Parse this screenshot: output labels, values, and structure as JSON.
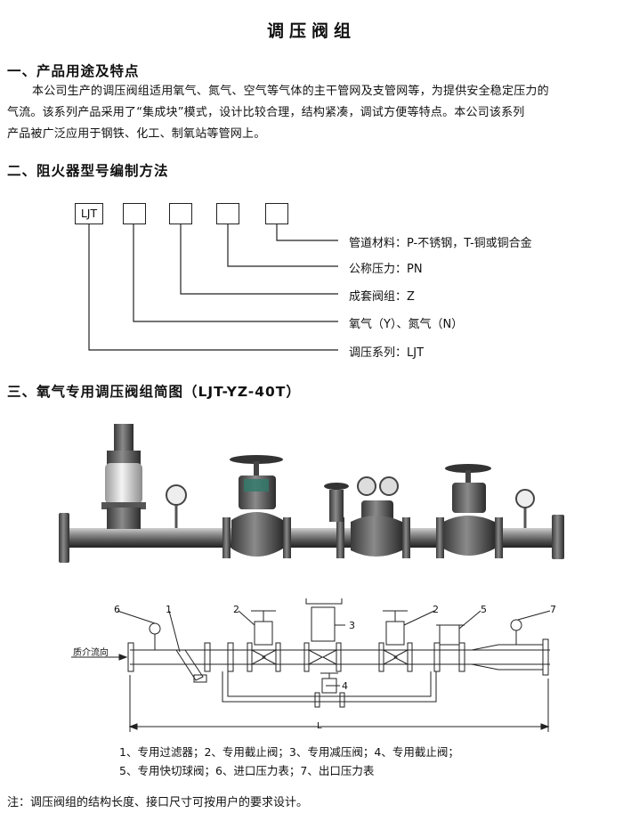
{
  "doc": {
    "title": "调压阀组",
    "section1": {
      "heading": "一、产品用途及特点",
      "line1": "本公司生产的调压阀组适用氧气、氮气、空气等气体的主干管网及支管网等，为提供安全稳定压力的",
      "line2": "气流。该系列产品采用了“集成块”模式，设计比较合理，结构紧凑，调试方便等特点。本公司该系列",
      "line3": "产品被广泛应用于钢铁、化工、制氧站等管网上。"
    },
    "section2": {
      "heading": "二、阻火器型号编制方法",
      "box_label": "LJT",
      "labels": [
        "管道材料：P-不锈钢，T-铜或铜合金",
        "公称压力：PN",
        "成套阀组：Z",
        "氧气（Y）、氮气（N）",
        "调压系列：LJT"
      ]
    },
    "section3": {
      "heading": "三、氧气专用调压阀组简图（LJT-YZ-40T）",
      "flow_label": "质介流向",
      "length_label": "L",
      "callouts": [
        "6",
        "1",
        "2",
        "3",
        "4",
        "2",
        "5",
        "7"
      ],
      "caption_line1": "1、专用过滤器；2、专用截止阀；3、专用减压阀；4、专用截止阀；",
      "caption_line2": "5、专用快切球阀；6、进口压力表；7、出口压力表"
    },
    "note": "注：调压阀组的结构长度、接口尺寸可按用户的要求设计。"
  }
}
